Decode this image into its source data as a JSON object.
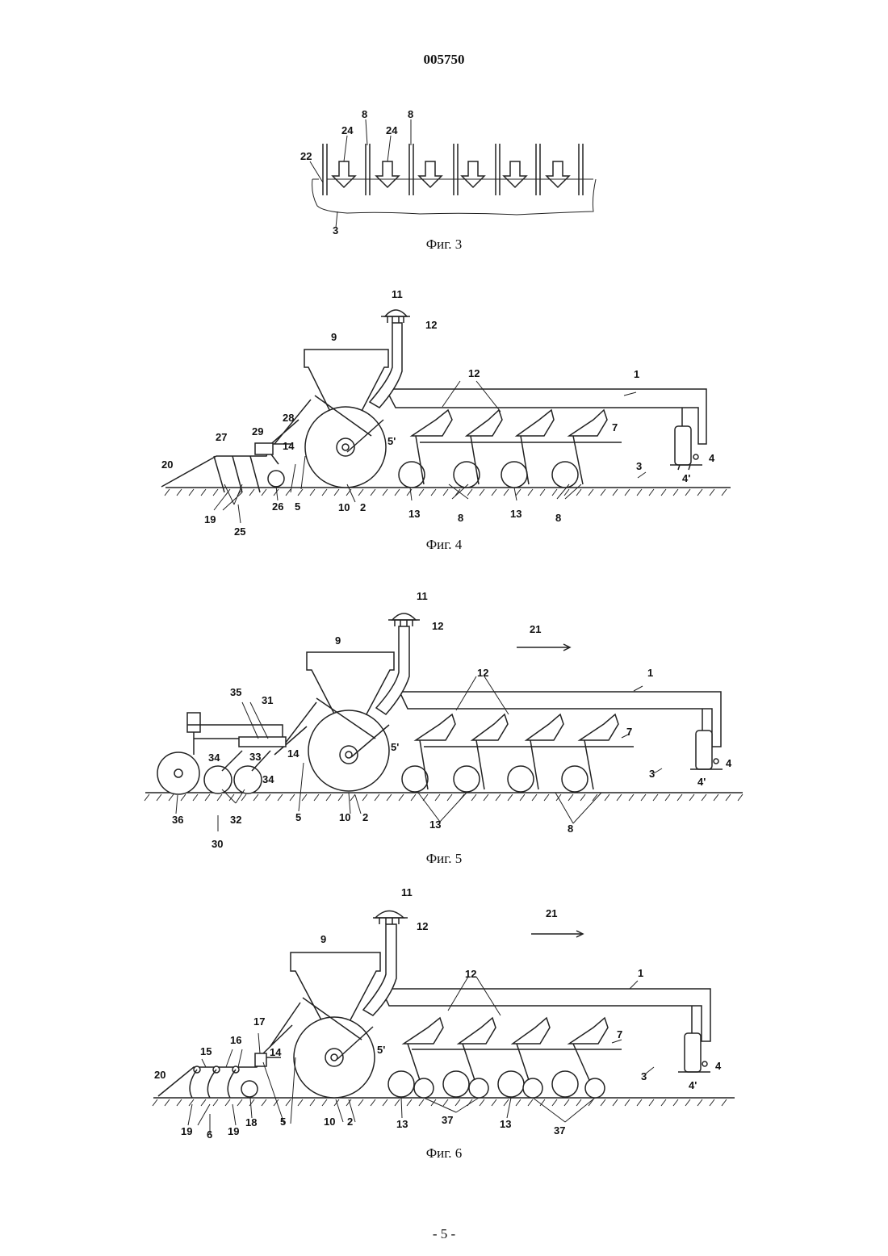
{
  "header": {
    "patent_number": "005750"
  },
  "figures": [
    {
      "caption": "Фиг. 3",
      "labels": {
        "l8a": "8",
        "l8b": "8",
        "l24a": "24",
        "l24b": "24",
        "l22": "22",
        "l3": "3"
      }
    },
    {
      "caption": "Фиг. 4",
      "labels": {
        "l11": "11",
        "l12a": "12",
        "l9": "9",
        "l12b": "12",
        "l1": "1",
        "l28": "28",
        "l29": "29",
        "l27": "27",
        "l14": "14",
        "l5p": "5'",
        "l7": "7",
        "l20": "20",
        "l4": "4",
        "l4p": "4'",
        "l3": "3",
        "l19": "19",
        "l25": "25",
        "l26": "26",
        "l5": "5",
        "l10": "10",
        "l2": "2",
        "l13a": "13",
        "l8a": "8",
        "l13b": "13",
        "l8b": "8"
      }
    },
    {
      "caption": "Фиг. 5",
      "labels": {
        "l11": "11",
        "l12a": "12",
        "l21": "21",
        "l9": "9",
        "l12b": "12",
        "l1": "1",
        "l35": "35",
        "l31": "31",
        "l7": "7",
        "l5p": "5'",
        "l34a": "34",
        "l33": "33",
        "l14": "14",
        "l34b": "34",
        "l4": "4",
        "l4p": "4'",
        "l3": "3",
        "l36": "36",
        "l32": "32",
        "l5": "5",
        "l10": "10",
        "l2": "2",
        "l13": "13",
        "l8": "8",
        "l30": "30"
      }
    },
    {
      "caption": "Фиг. 6",
      "labels": {
        "l11": "11",
        "l12a": "12",
        "l21": "21",
        "l9": "9",
        "l12b": "12",
        "l1": "1",
        "l17": "17",
        "l16": "16",
        "l15": "15",
        "l14": "14",
        "l5p": "5'",
        "l7": "7",
        "l20": "20",
        "l4": "4",
        "l4p": "4'",
        "l3": "3",
        "l19a": "19",
        "l6": "6",
        "l19b": "19",
        "l18": "18",
        "l5": "5",
        "l10": "10",
        "l2": "2",
        "l13a": "13",
        "l37a": "37",
        "l13b": "13",
        "l37b": "37"
      }
    }
  ],
  "footer": {
    "page_label": "- 5 -"
  }
}
